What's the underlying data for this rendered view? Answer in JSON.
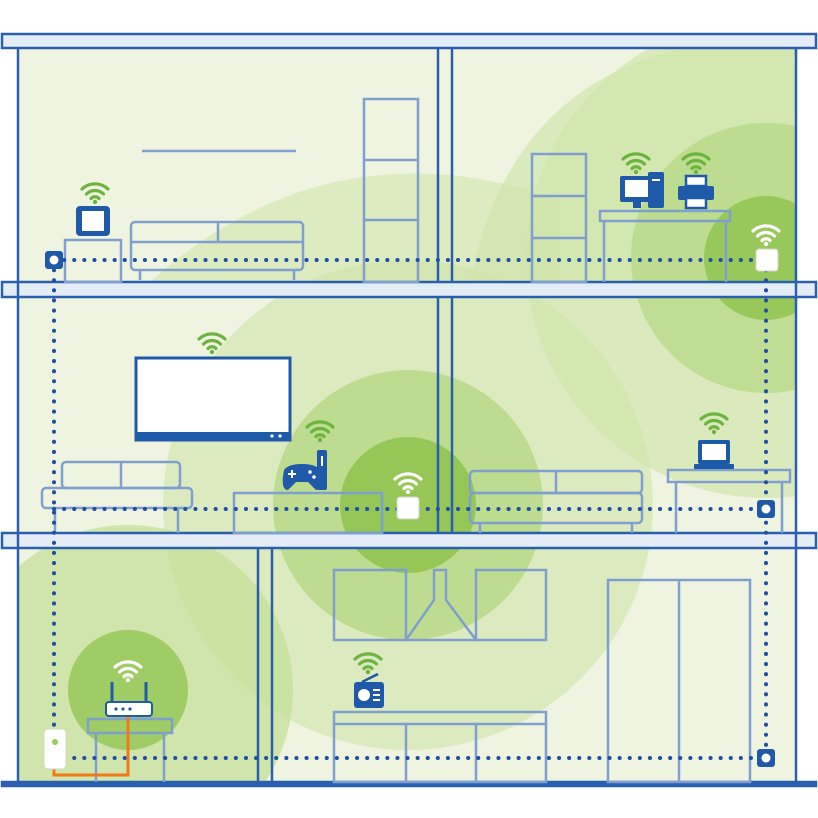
{
  "colors": {
    "background": "#ffffff",
    "wall_fill": "#eef4e0",
    "wall_stroke": "#2a5fae",
    "floor_slab": "#2a5fae",
    "furniture_stroke": "#7f9fcf",
    "device_blue": "#1f5aa8",
    "signal_green": "#6db33f",
    "coverage_light": "#c6e09c",
    "coverage_mid": "#a8d170",
    "coverage_strong": "#8cc24c",
    "powerline_dots": "#1f4fa3",
    "ethernet_cable": "#f07a1a",
    "adapter_white": "#ffffff"
  },
  "building": {
    "floors": 3,
    "rooms": [
      {
        "name": "top-left-living-room",
        "floor": 3
      },
      {
        "name": "top-right-office",
        "floor": 3
      },
      {
        "name": "middle-left-tv-room",
        "floor": 2
      },
      {
        "name": "middle-right-room",
        "floor": 2
      },
      {
        "name": "ground-left-room",
        "floor": 1
      },
      {
        "name": "ground-right-kitchen",
        "floor": 1
      }
    ]
  },
  "devices": [
    {
      "name": "tablet-icon",
      "room": "top-left-living-room",
      "wifi": true
    },
    {
      "name": "desktop-computer-icon",
      "room": "top-right-office",
      "wifi": true
    },
    {
      "name": "printer-icon",
      "room": "top-right-office",
      "wifi": true
    },
    {
      "name": "smart-tv-icon",
      "room": "middle-left-tv-room",
      "wifi": true
    },
    {
      "name": "game-console-icon",
      "room": "middle-left-tv-room",
      "wifi": true
    },
    {
      "name": "laptop-icon",
      "room": "middle-right-room",
      "wifi": true
    },
    {
      "name": "router-icon",
      "room": "ground-left-room",
      "wifi": true
    },
    {
      "name": "radio-icon",
      "room": "ground-right-kitchen",
      "wifi": true
    }
  ],
  "adapters": [
    {
      "name": "wifi-powerline-adapter-top",
      "type": "wifi"
    },
    {
      "name": "wifi-powerline-adapter-middle",
      "type": "wifi"
    },
    {
      "name": "wall-socket-top-left",
      "type": "socket"
    },
    {
      "name": "wall-socket-middle-right",
      "type": "socket"
    },
    {
      "name": "wall-socket-ground-right",
      "type": "socket"
    },
    {
      "name": "base-powerline-adapter",
      "type": "wired"
    }
  ],
  "connections": {
    "powerline": "dotted",
    "ethernet": "solid"
  }
}
